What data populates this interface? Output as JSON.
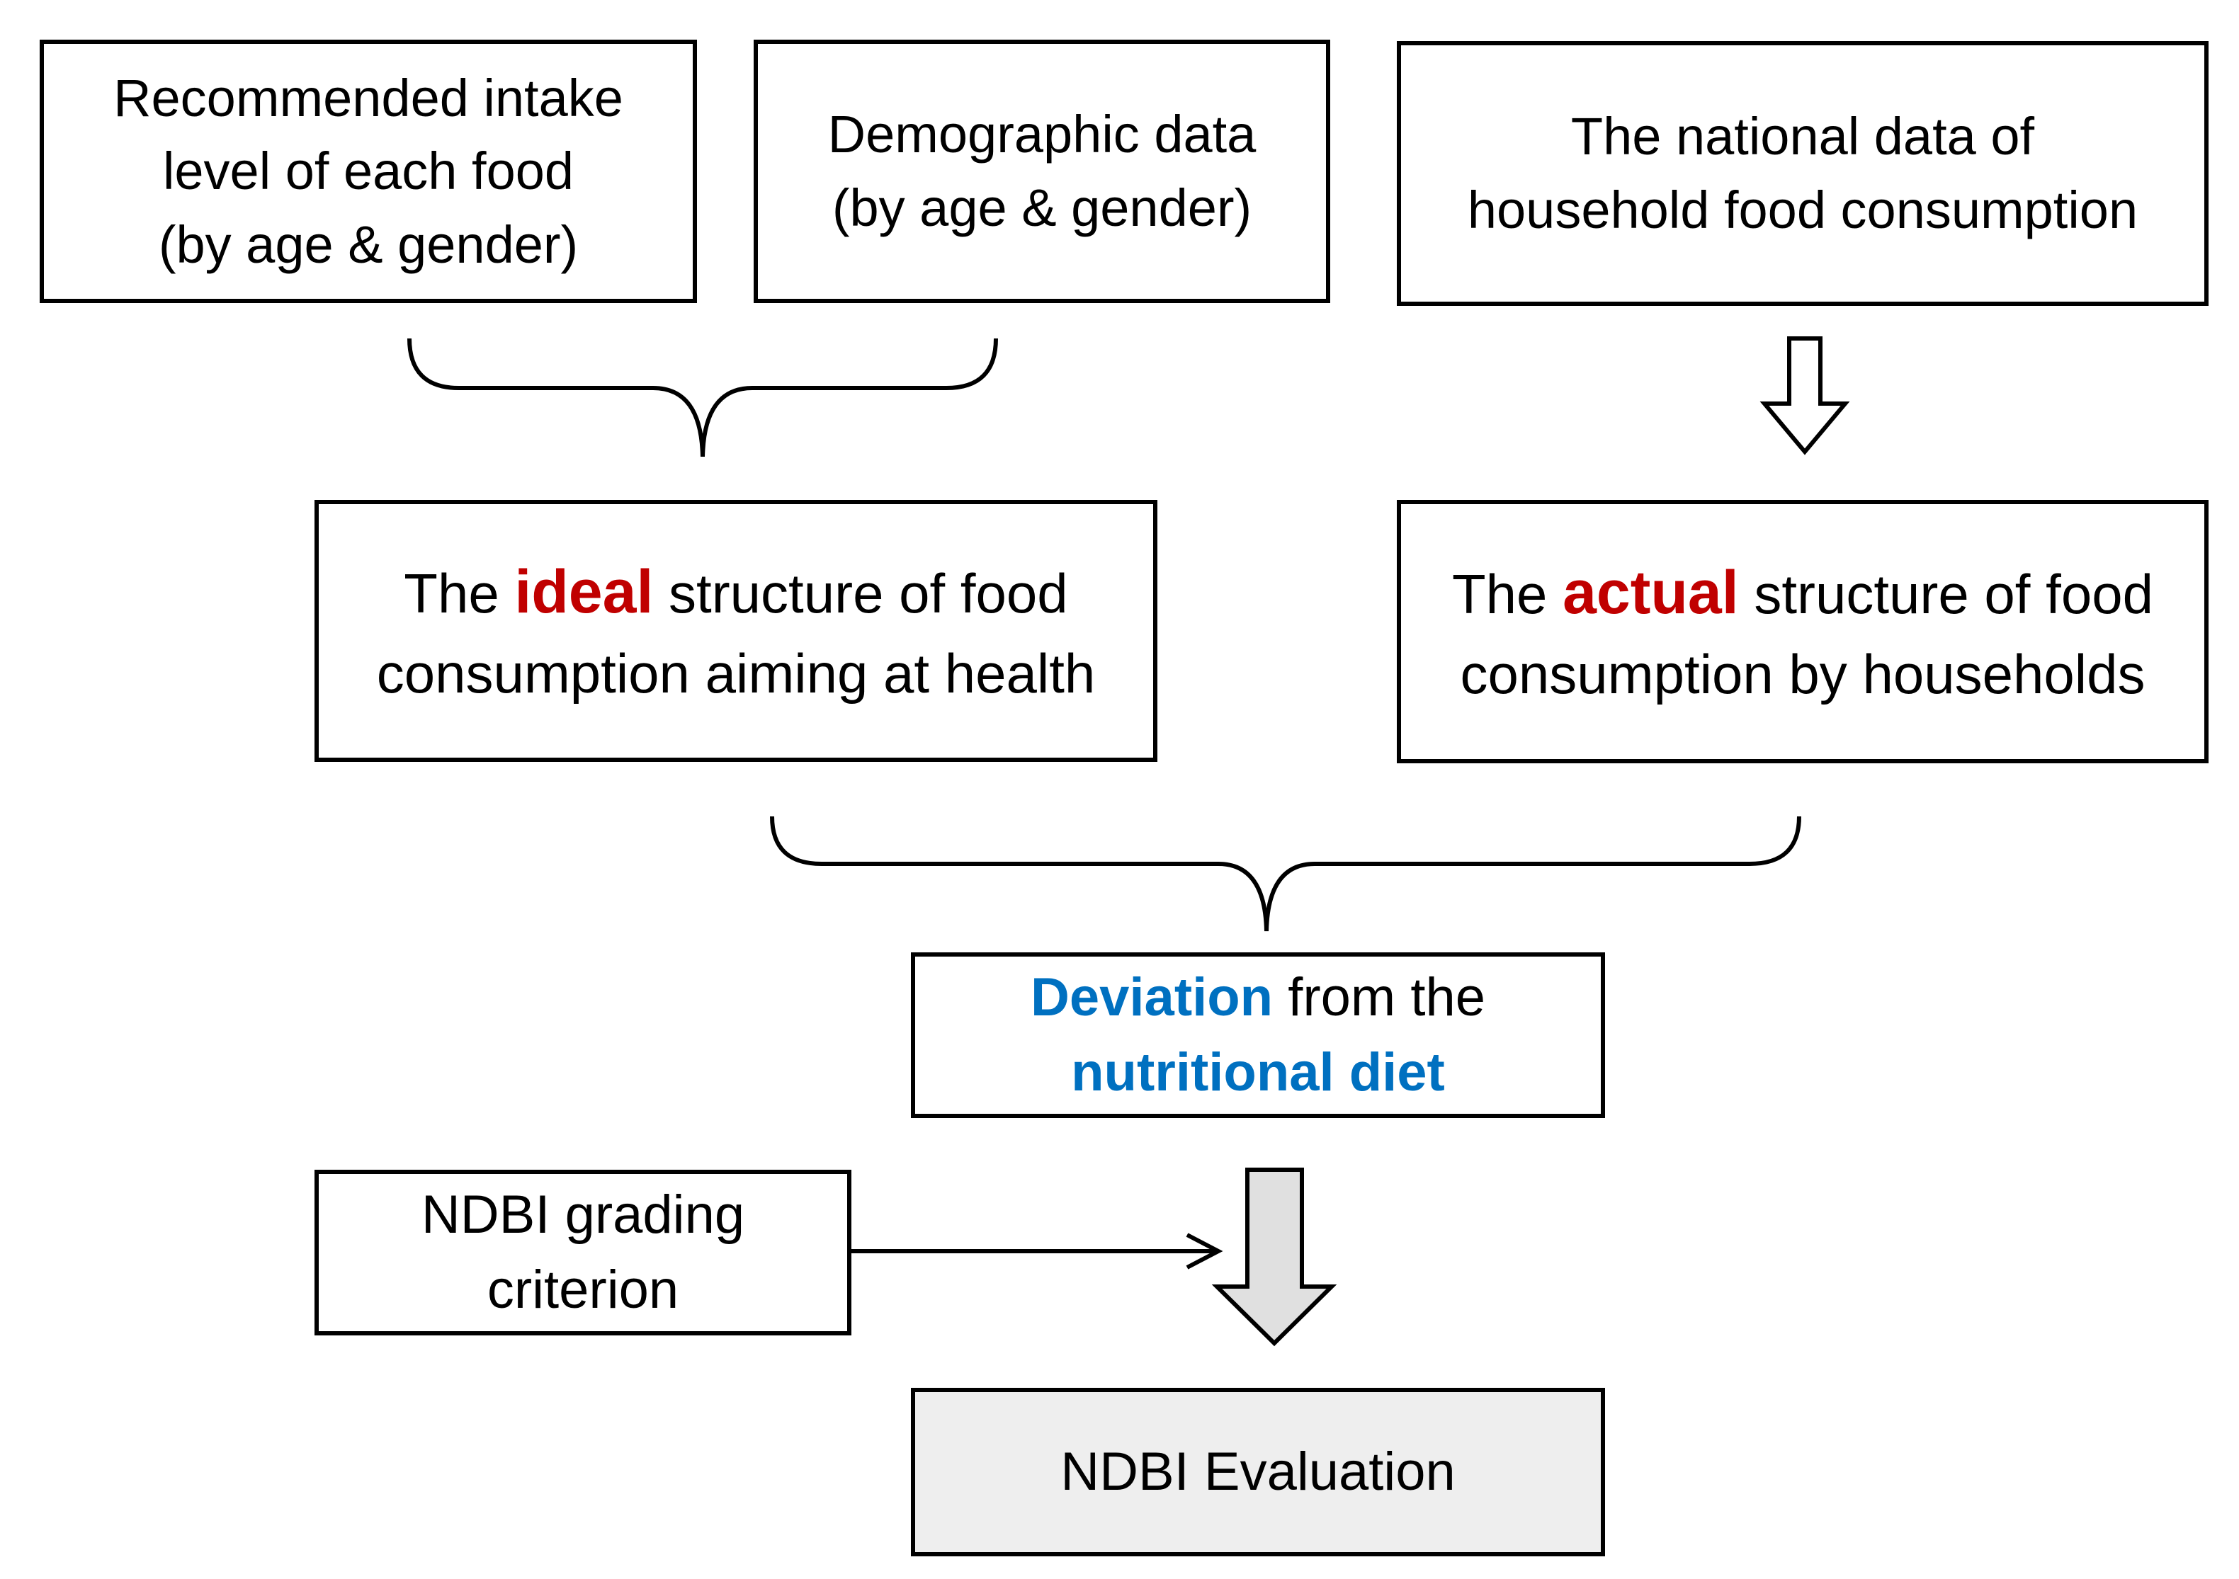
{
  "boxes": {
    "recommended_intake": {
      "line1": "Recommended intake",
      "line2": "level of each food",
      "line3": "(by age & gender)"
    },
    "demographic": {
      "line1": "Demographic data",
      "line2": "(by age & gender)"
    },
    "national_data": {
      "line1": "The national data of",
      "line2": "household food consumption"
    },
    "ideal_structure": {
      "prefix": "The ",
      "highlight": "ideal",
      "suffix": " structure of food",
      "line2": "consumption aiming at health"
    },
    "actual_structure": {
      "prefix": "The ",
      "highlight": "actual",
      "suffix": " structure of food",
      "line2": "consumption by households"
    },
    "deviation": {
      "highlight1": "Deviation",
      "text1": " from the",
      "highlight2": "nutritional diet"
    },
    "grading": {
      "line1": "NDBI grading",
      "line2": "criterion"
    },
    "evaluation": {
      "label": "NDBI Evaluation"
    }
  },
  "colors": {
    "highlight_red": "#c00000",
    "highlight_blue": "#0070c0",
    "shaded_fill": "#eeeeee"
  }
}
